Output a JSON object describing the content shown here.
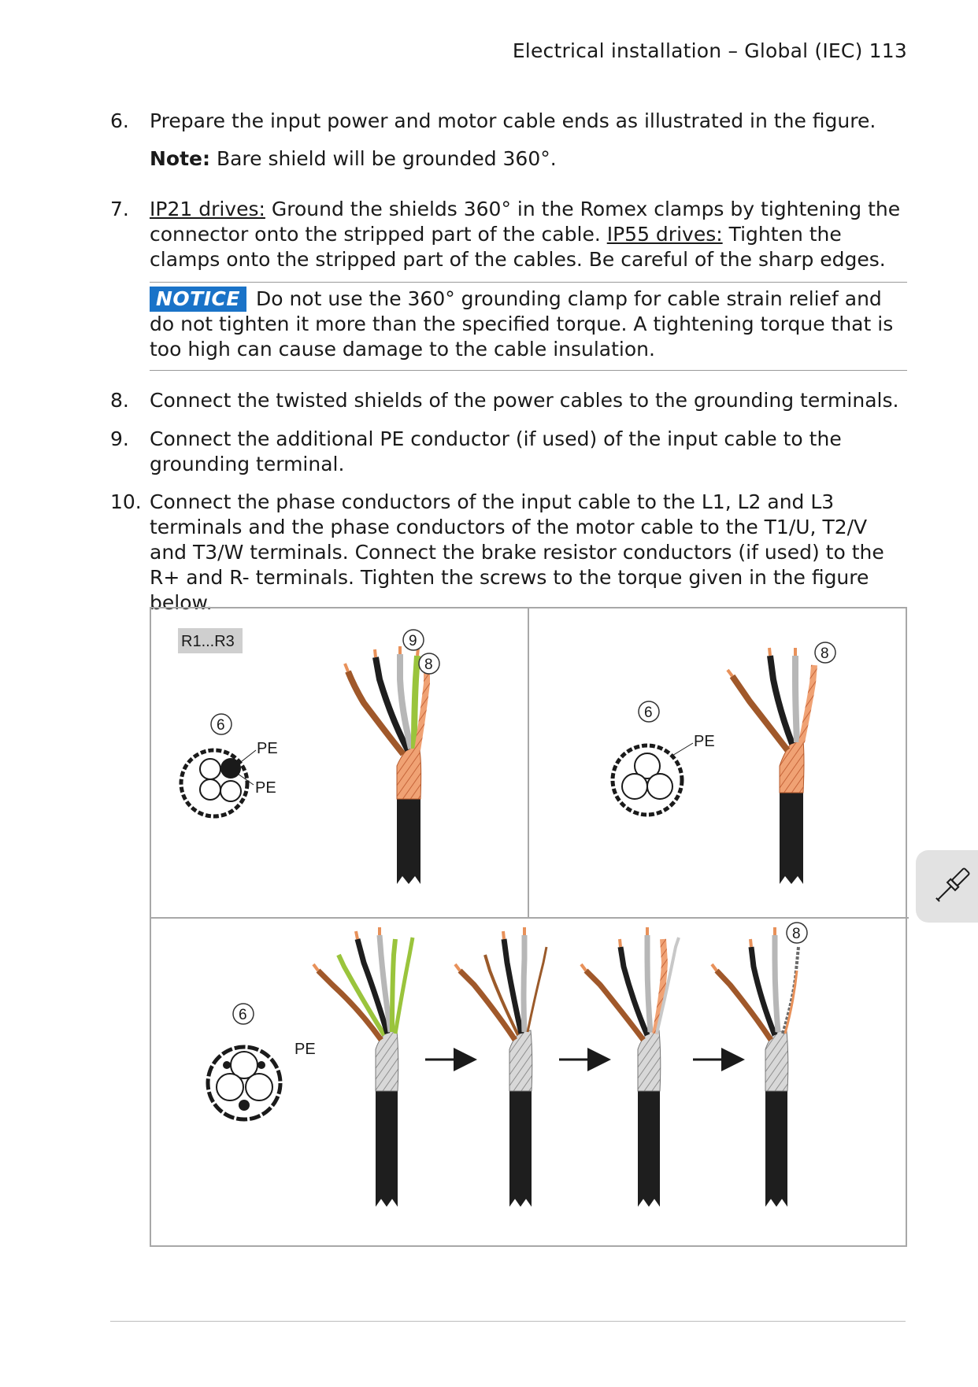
{
  "header": {
    "text": "Electrical installation – Global (IEC) 113"
  },
  "steps": [
    {
      "num": "6.",
      "text": "Prepare the input power and motor cable ends as illustrated in the figure.",
      "note_label": "Note:",
      "note_text": " Bare shield will be grounded 360°."
    },
    {
      "num": "7.",
      "ip21": "IP21 drives:",
      "text_a": " Ground the shields 360° in the Romex clamps by tightening the connector onto the stripped part of the cable. ",
      "ip55": "IP55 drives:",
      "text_b": " Tighten the clamps onto the stripped part of the cables. Be careful of the sharp edges."
    },
    {
      "num": "8.",
      "text": "Connect the twisted shields of the power cables to the grounding terminals."
    },
    {
      "num": "9.",
      "text": "Connect the additional PE conductor (if used) of the input cable to the grounding terminal."
    },
    {
      "num": "10.",
      "text": "Connect the phase conductors of the input cable to the L1, L2 and L3 terminals and the phase conductors of the motor cable to the T1/U, T2/V and T3/W terminals. Connect the brake resistor conductors (if used) to the R+ and R- terminals. Tighten the screws to the torque given in the figure below."
    }
  ],
  "notice": {
    "tag": "NOTICE",
    "text": "Do not use the 360° grounding clamp for cable strain relief and do not tighten it more than the specified torque. A tightening torque that is too high can cause damage to the cable insulation."
  },
  "figure": {
    "frame_label": "R1...R3",
    "callout_6": "6",
    "callout_8": "8",
    "callout_9": "9",
    "pe_label": "PE"
  },
  "icons": {
    "side_tab": "screwdriver-icon",
    "arrow": "arrow-right-icon"
  },
  "colors": {
    "notice_bg": "#1a73c8",
    "copper": "#e8915a",
    "brown": "#9b5a2a",
    "green": "#9ac43c",
    "gray": "#b7b7b7",
    "black": "#1e1e1e"
  }
}
